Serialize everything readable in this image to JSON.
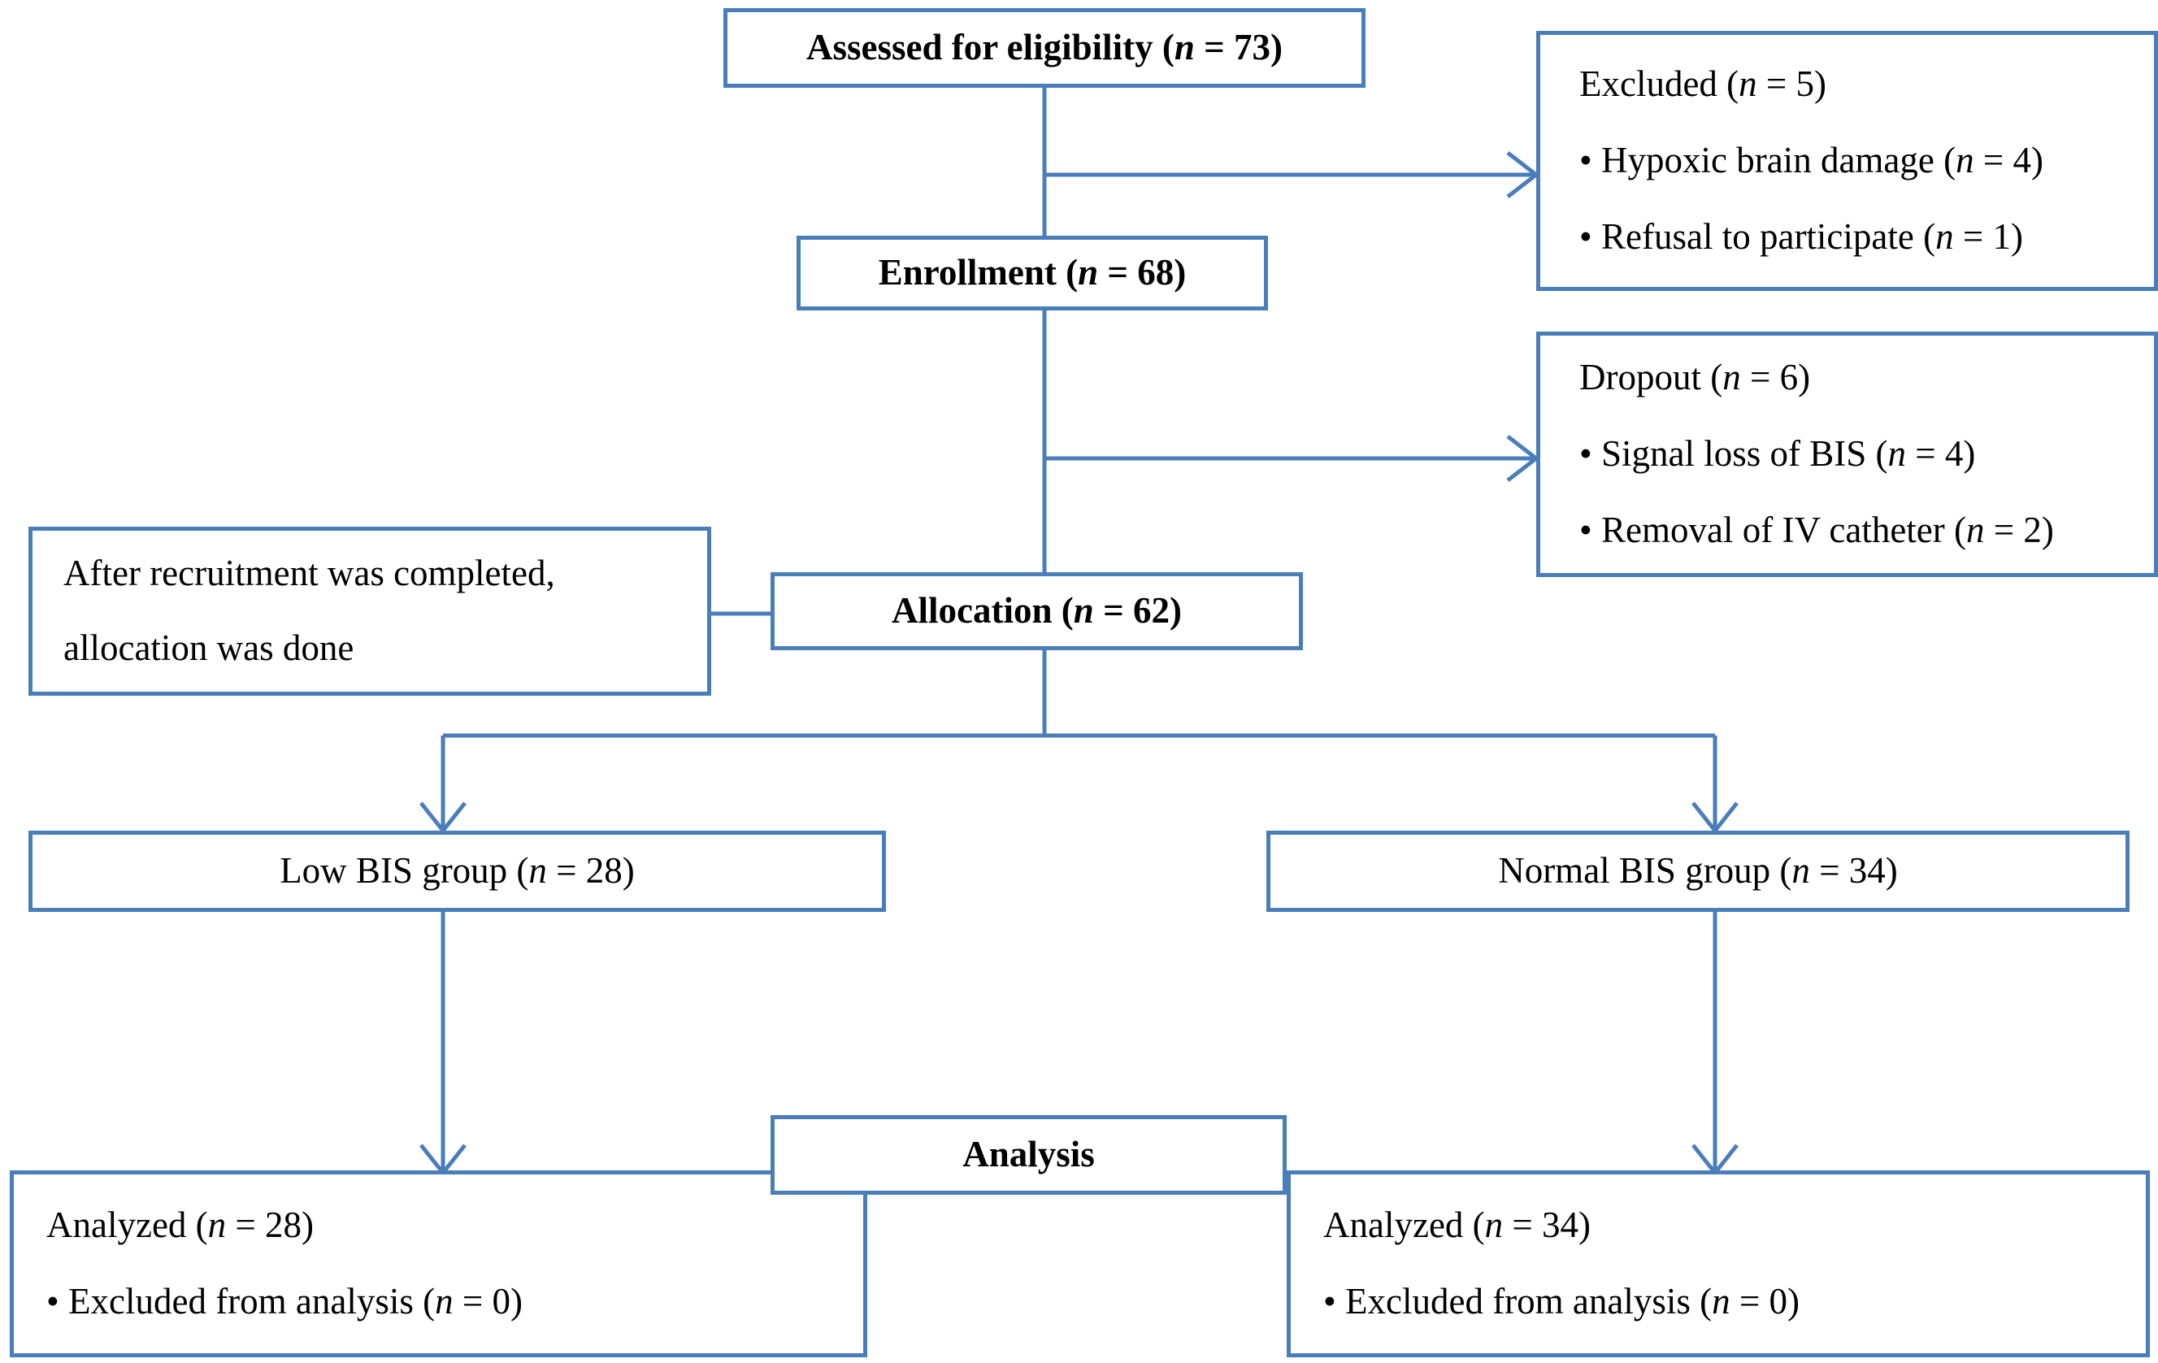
{
  "diagram": {
    "title": "CONSORT participant flow diagram",
    "accent_color": "#4a7ebb",
    "box_fill": "#ffffff",
    "text_color": "#000000",
    "nodes": {
      "assessed": {
        "label": "Assessed for eligibility (n = 73)",
        "text_before": "Assessed for eligibility (",
        "n_symbol": "n",
        "text_after": " = 73)",
        "bold": true
      },
      "enrollment": {
        "label": "Enrollment (n = 68)",
        "text_before": "Enrollment (",
        "n_symbol": "n",
        "text_after": " = 68)",
        "bold": true
      },
      "allocation": {
        "label": "Allocation (n = 62)",
        "text_before": "Allocation (",
        "n_symbol": "n",
        "text_after": " = 62)",
        "bold": true
      },
      "analysis": {
        "label": "Analysis",
        "bold": true
      },
      "excluded": {
        "heading_before": "Excluded (",
        "heading_n": "n",
        "heading_after": " = 5)",
        "items": [
          {
            "before": "• Hypoxic brain damage (",
            "n": "n",
            "after": " = 4)"
          },
          {
            "before": "• Refusal to participate (",
            "n": "n",
            "after": " = 1)"
          }
        ]
      },
      "dropout": {
        "heading_before": "Dropout (",
        "heading_n": "n",
        "heading_after": " = 6)",
        "items": [
          {
            "before": "• Signal loss of BIS (",
            "n": "n",
            "after": " = 4)"
          },
          {
            "before": "• Removal of IV catheter (",
            "n": "n",
            "after": " = 2)"
          }
        ]
      },
      "allocation_note": {
        "line1": "After recruitment was completed,",
        "line2": "allocation was done"
      },
      "low_bis_group": {
        "text_before": "Low BIS group (",
        "n_symbol": "n",
        "text_after": " = 28)"
      },
      "normal_bis_group": {
        "text_before": "Normal BIS group (",
        "n_symbol": "n",
        "text_after": " = 34)"
      },
      "analyzed_low": {
        "heading_before": "Analyzed (",
        "heading_n": "n",
        "heading_after": " = 28)",
        "items": [
          {
            "before": "• Excluded from analysis (",
            "n": "n",
            "after": " = 0)"
          }
        ]
      },
      "analyzed_normal": {
        "heading_before": "Analyzed (",
        "heading_n": "n",
        "heading_after": " = 34)",
        "items": [
          {
            "before": "• Excluded from analysis (",
            "n": "n",
            "after": " = 0)"
          }
        ]
      }
    }
  }
}
